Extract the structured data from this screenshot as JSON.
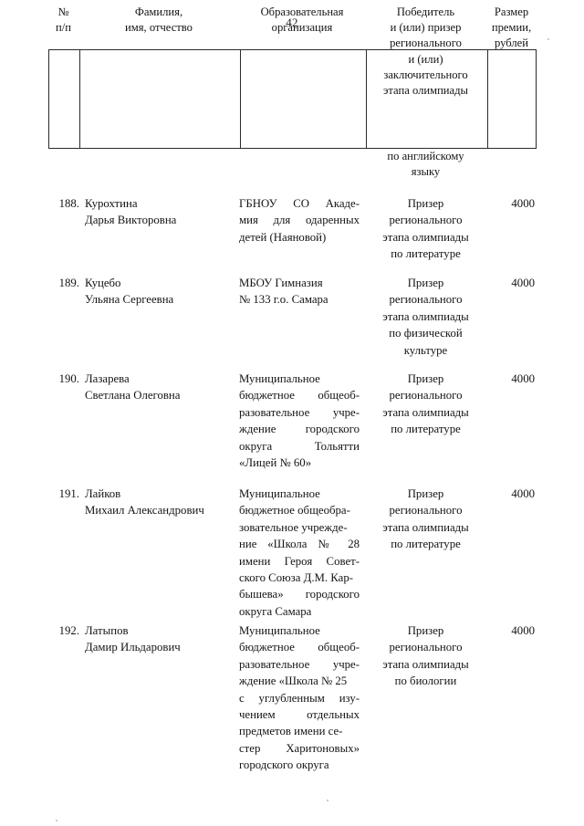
{
  "document": {
    "page_number": "42",
    "language": "ru"
  },
  "table": {
    "headers": {
      "number": "№\nп/п",
      "full_name": "Фамилия,\nимя, отчество",
      "organization": "Образовательная\nорганизация",
      "award": "Победитель\nи (или) призер\nрегионального\nи (или)\nзаключительного\nэтапа олимпиады",
      "award_overflow": "по английскому\nязыку",
      "prize": "Размер\nпремии,\nрублей"
    },
    "rows": [
      {
        "number": "188.",
        "full_name": "Курохтина\nДарья Викторовна",
        "organization_lines": [
          "ГБНОУ   СО   Акаде-",
          "мия   для   одаренных",
          "детей (Наяновой)"
        ],
        "organization_text": "ГБНОУ СО Академия для одаренных детей (Наяновой)",
        "award": "Призер\nрегионального\nэтапа олимпиады\nпо литературе",
        "prize": "4000"
      },
      {
        "number": "189.",
        "full_name": "Куцебо\nУльяна Сергеевна",
        "organization_lines": [
          "МБОУ Гимназия",
          "№ 133 г.о. Самара"
        ],
        "organization_text": "МБОУ Гимназия № 133 г.о. Самара",
        "award": "Призер\nрегионального\nэтапа олимпиады\nпо физической\nкультуре",
        "prize": "4000"
      },
      {
        "number": "190.",
        "full_name": "Лазарева\nСветлана Олеговна",
        "organization_lines": [
          "Муниципальное",
          "бюджетное   общеоб-",
          "разовательное   учре-",
          "ждение      городского",
          "округа         Тольятти",
          "«Лицей № 60»"
        ],
        "organization_text": "Муниципальное бюджетное общеобразовательное учреждение городского округа Тольятти «Лицей № 60»",
        "award": "Призер\nрегионального\nэтапа олимпиады\nпо литературе",
        "prize": "4000"
      },
      {
        "number": "191.",
        "full_name": "Лайков\nМихаил Александрович",
        "organization_lines": [
          "Муниципальное",
          "бюджетное общеобра-",
          "зовательное учрежде-",
          "ние   «Школа   №   28",
          "имени   Героя   Совет-",
          "ского Союза Д.М. Кар-",
          "бышева»     городского",
          "округа Самара"
        ],
        "organization_text": "Муниципальное бюджетное общеобразовательное учреждение «Школа № 28 имени Героя Советского Союза Д.М. Карбышева» городского округа Самара",
        "award": "Призер\nрегионального\nэтапа олимпиады\nпо литературе",
        "prize": "4000"
      },
      {
        "number": "192.",
        "full_name": "Латыпов\nДамир Ильдарович",
        "organization_lines": [
          "Муниципальное",
          "бюджетное   общеоб-",
          "разовательное   учре-",
          "ждение «Школа № 25",
          "с   углубленным   изу-",
          "чением       отдельных",
          "предметов имени се-",
          "стер     Харитоновых»",
          "городского        округа"
        ],
        "organization_text": "Муниципальное бюджетное общеобразовательное учреждение «Школа № 25 с углубленным изучением отдельных предметов имени сестер Харитоновых» городского округа",
        "award": "Призер\nрегионального\nэтапа олимпиады\nпо биологии",
        "prize": "4000"
      }
    ]
  }
}
